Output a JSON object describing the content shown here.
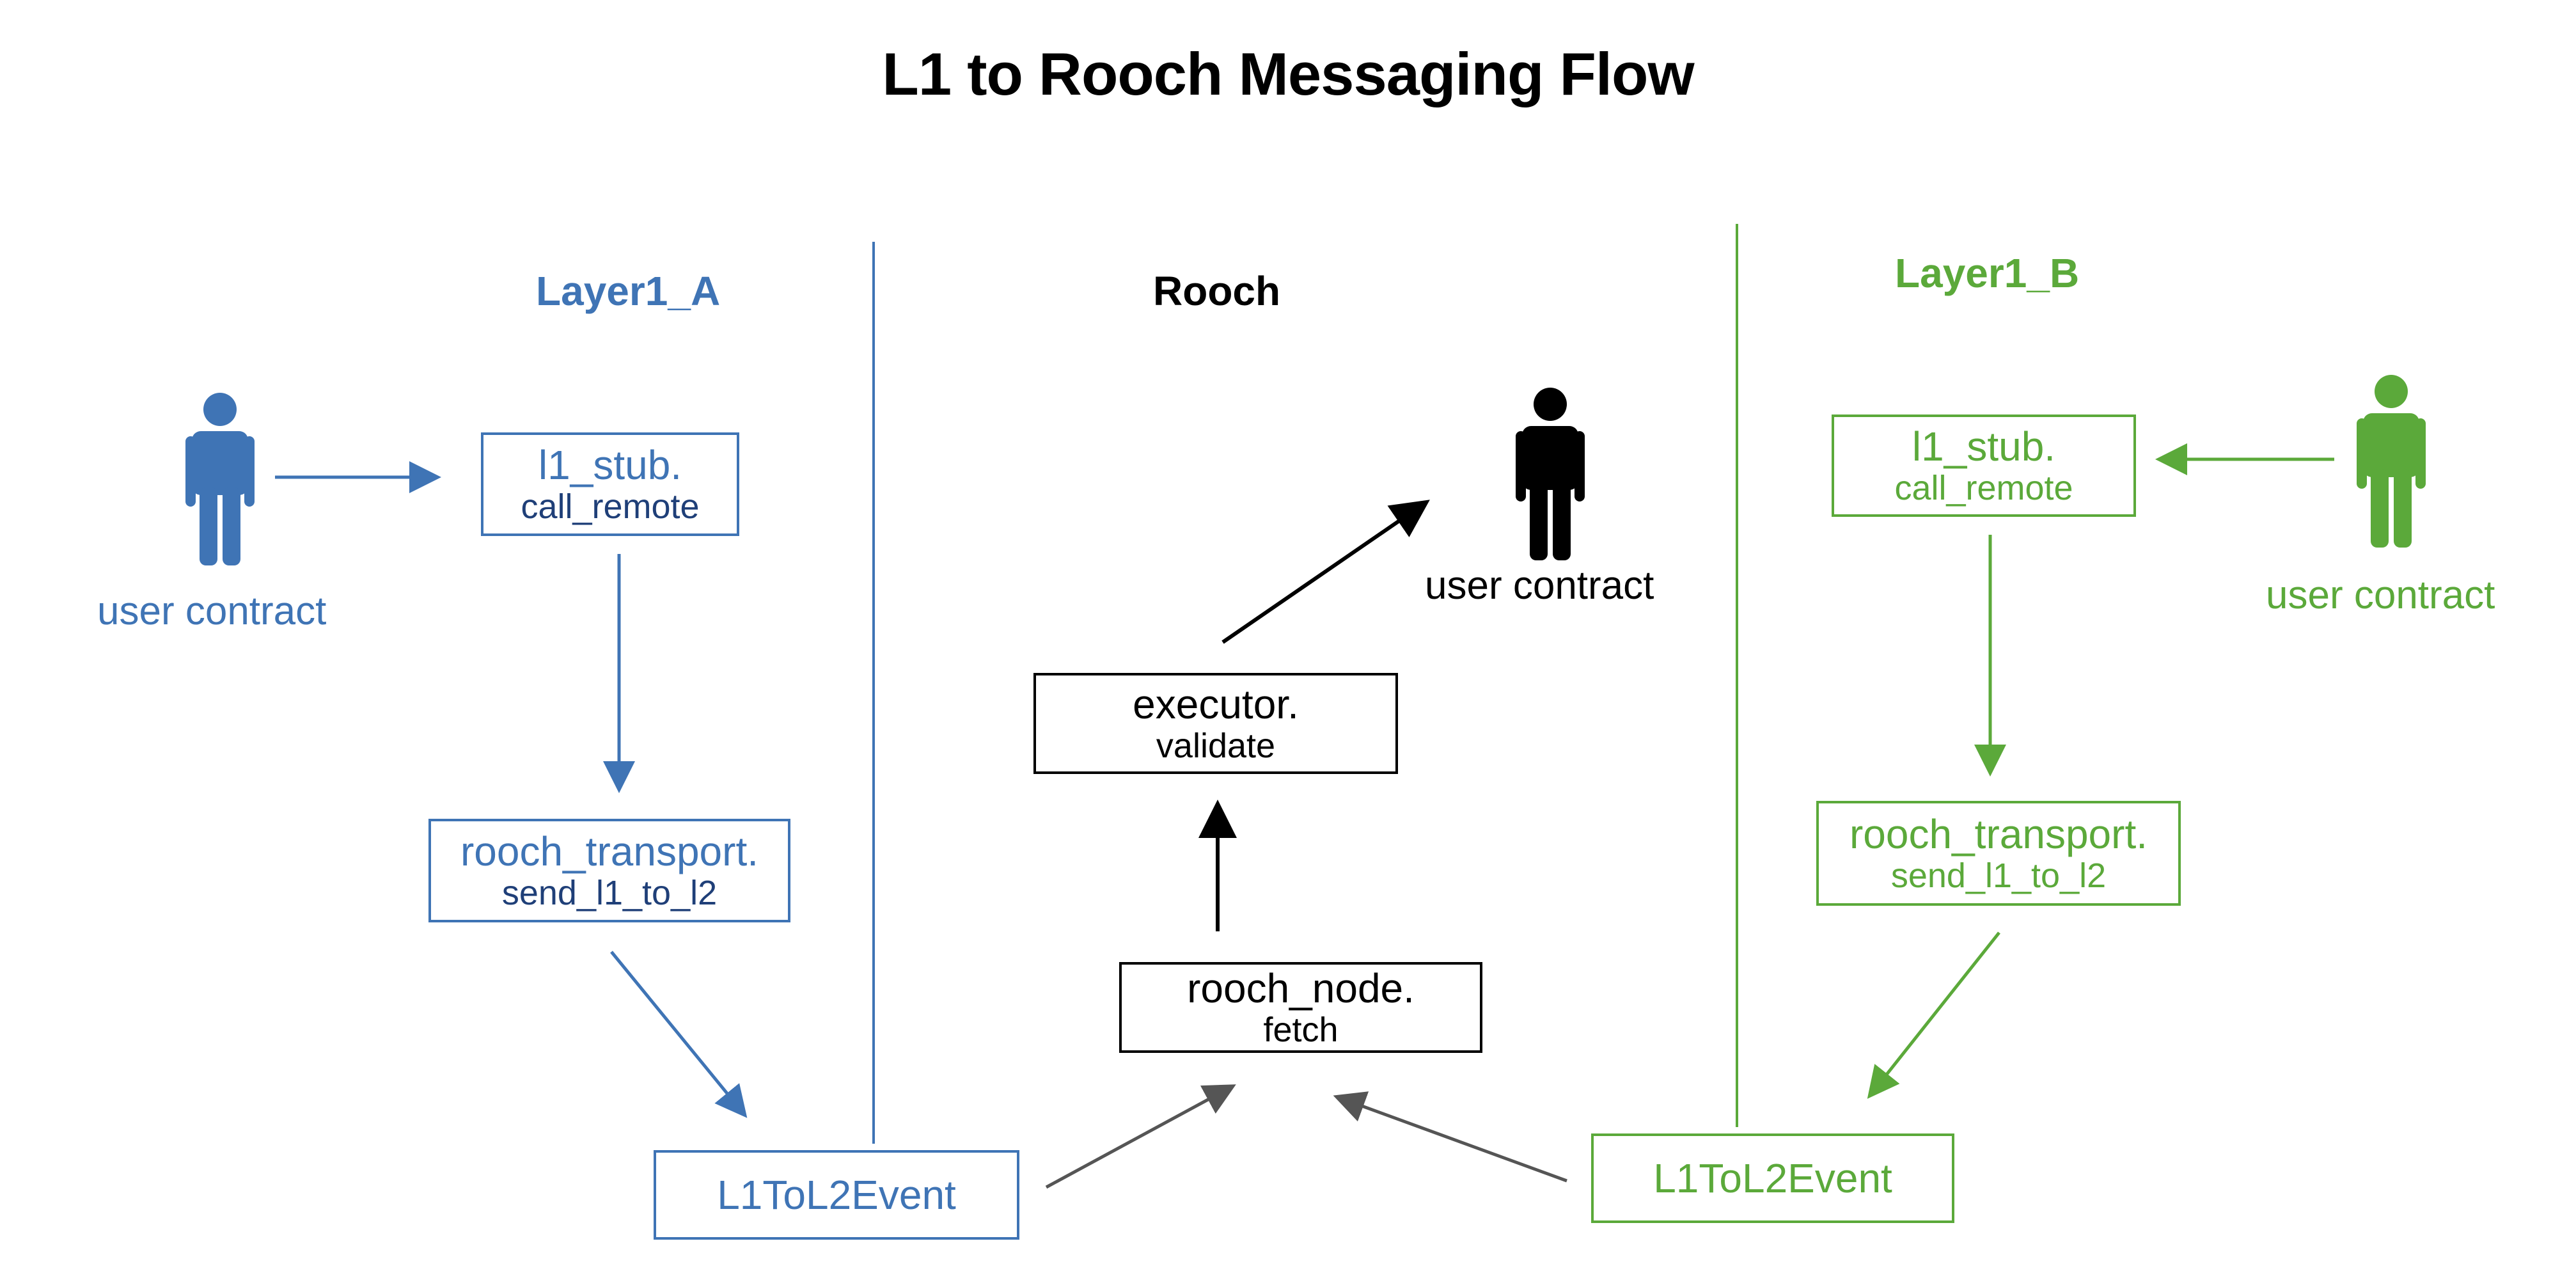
{
  "title": "L1 to Rooch Messaging Flow",
  "columns": {
    "left": {
      "heading": "Layer1_A",
      "actor_label": "user contract",
      "stub_box": {
        "line1": "l1_stub.",
        "line2": "call_remote"
      },
      "transport_box": {
        "line1": "rooch_transport.",
        "line2": "send_l1_to_l2"
      },
      "event_box": {
        "label": "L1ToL2Event"
      }
    },
    "middle": {
      "heading": "Rooch",
      "actor_label": "user contract",
      "executor_box": {
        "line1": "executor.",
        "line2": "validate"
      },
      "node_box": {
        "line1": "rooch_node.",
        "line2": "fetch"
      }
    },
    "right": {
      "heading": "Layer1_B",
      "actor_label": "user contract",
      "stub_box": {
        "line1": "l1_stub.",
        "line2": "call_remote"
      },
      "transport_box": {
        "line1": "rooch_transport.",
        "line2": "send_l1_to_l2"
      },
      "event_box": {
        "label": "L1ToL2Event"
      }
    }
  },
  "colors": {
    "layer1_a": "#3f74b5",
    "layer1_a_dark": "#1f3f78",
    "rooch": "#000000",
    "layer1_b": "#5ba93a",
    "event_arrows": "#555555"
  },
  "icons": [
    "person-icon"
  ]
}
